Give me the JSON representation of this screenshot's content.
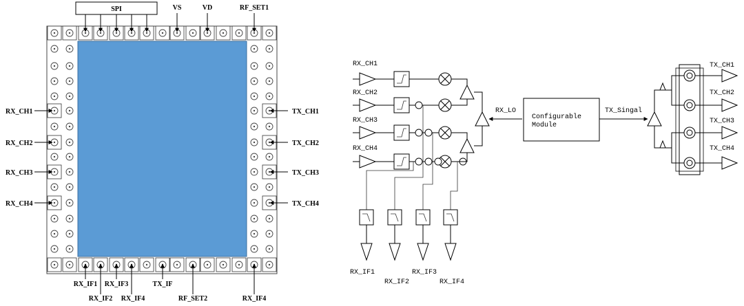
{
  "chip": {
    "core_color": "#5b9bd5",
    "labels": {
      "spi": "SPI",
      "vs": "VS",
      "vd": "VD",
      "rf_set1": "RF_SET1",
      "rf_set2": "RF_SET2",
      "tx_if": "TX_IF",
      "rx_ch1": "RX_CH1",
      "rx_ch2": "RX_CH2",
      "rx_ch3": "RX_CH3",
      "rx_ch4": "RX_CH4",
      "tx_ch1": "TX_CH1",
      "tx_ch2": "TX_CH2",
      "tx_ch3": "TX_CH3",
      "tx_ch4": "TX_CH4",
      "rx_if1": "RX_IF1",
      "rx_if2": "RX_IF2",
      "rx_if3": "RX_IF3",
      "rx_if4_a": "RX_IF4",
      "rx_if4_b": "RX_IF4"
    }
  },
  "block": {
    "rx_ch1": "RX_CH1",
    "rx_ch2": "RX_CH2",
    "rx_ch3": "RX_CH3",
    "rx_ch4": "RX_CH4",
    "rx_lo": "RX_LO",
    "module_line1": "Configurable",
    "module_line2": "Module",
    "tx_signal": "TX_Singal",
    "tx_ch1": "TX_CH1",
    "tx_ch2": "TX_CH2",
    "tx_ch3": "TX_CH3",
    "tx_ch4": "TX_CH4",
    "rx_if1": "RX_IF1",
    "rx_if2": "RX_IF2",
    "rx_if3": "RX_IF3",
    "rx_if4": "RX_IF4"
  }
}
